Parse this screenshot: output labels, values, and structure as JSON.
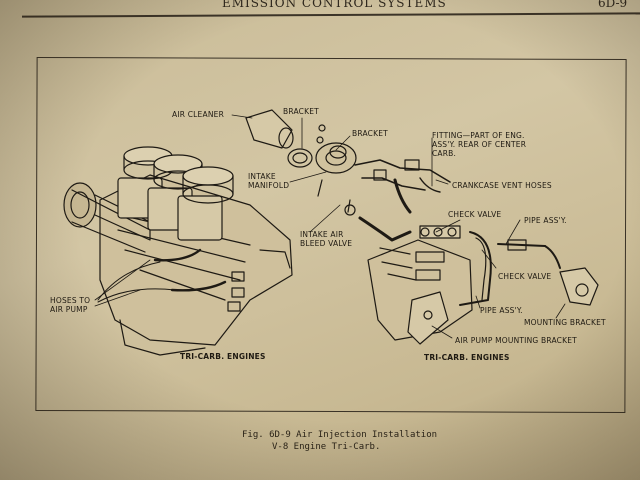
{
  "header": {
    "title": "EMISSION CONTROL SYSTEMS",
    "page_ref": "6D-9"
  },
  "labels": {
    "air_cleaner": "AIR CLEANER",
    "bracket_1": "BRACKET",
    "bracket_2": "BRACKET",
    "fitting_line1": "FITTING—PART OF ENG.",
    "fitting_line2": "ASS'Y. REAR OF CENTER",
    "fitting_line3": "CARB.",
    "crankcase_vent": "CRANKCASE VENT HOSES",
    "intake_manifold_line1": "INTAKE",
    "intake_manifold_line2": "MANIFOLD",
    "intake_air_bleed_line1": "INTAKE AIR",
    "intake_air_bleed_line2": "BLEED VALVE",
    "check_valve_1": "CHECK VALVE",
    "check_valve_2": "CHECK VALVE",
    "pipe_assy_1": "PIPE ASS'Y.",
    "pipe_assy_2": "PIPE ASS'Y.",
    "hoses_line1": "HOSES TO",
    "hoses_line2": "AIR PUMP",
    "mounting_bracket": "MOUNTING BRACKET",
    "air_pump_mounting_bracket": "AIR PUMP MOUNTING BRACKET",
    "tri_carb_left": "TRI-CARB. ENGINES",
    "tri_carb_right": "TRI-CARB. ENGINES"
  },
  "caption": {
    "line1": "Fig. 6D-9  Air Injection Installation",
    "line2": "V-8 Engine Tri-Carb."
  }
}
